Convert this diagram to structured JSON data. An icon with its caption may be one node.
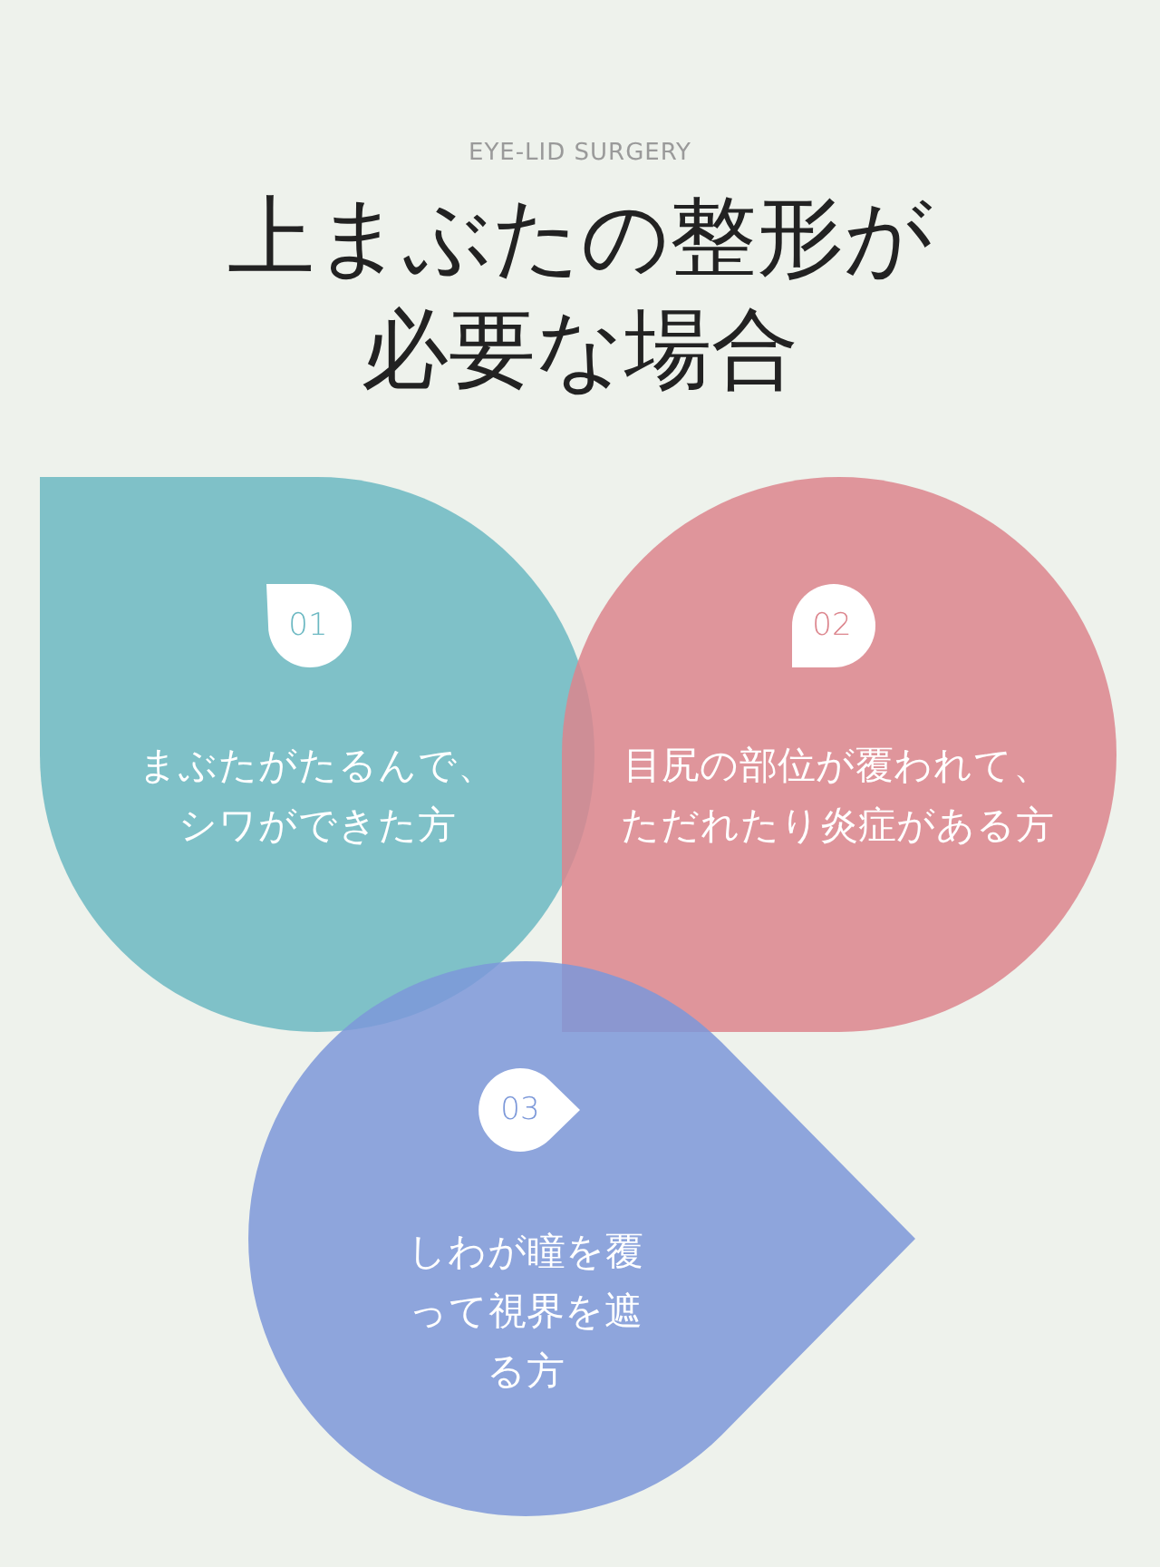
{
  "diagram": {
    "title": "上まぶたの整形が必要な場合",
    "nodes": [
      {
        "text": [
          "まぶたがたるんで、シワができた方"
        ]
      },
      {
        "text": [
          "01"
        ],
        "in": 0
      },
      {
        "text": [
          "目尻の部位が覆われて、ただれたり炎症がある方"
        ]
      },
      {
        "text": [
          "02"
        ],
        "in": 2
      },
      {
        "text": [
          "しわが瞳を覆って視界を遮る方"
        ]
      },
      {
        "text": [
          "03"
        ],
        "in": 4
      }
    ],
    "edges": [],
    "labels": [
      "EYE-LID SURGERY"
    ]
  }
}
